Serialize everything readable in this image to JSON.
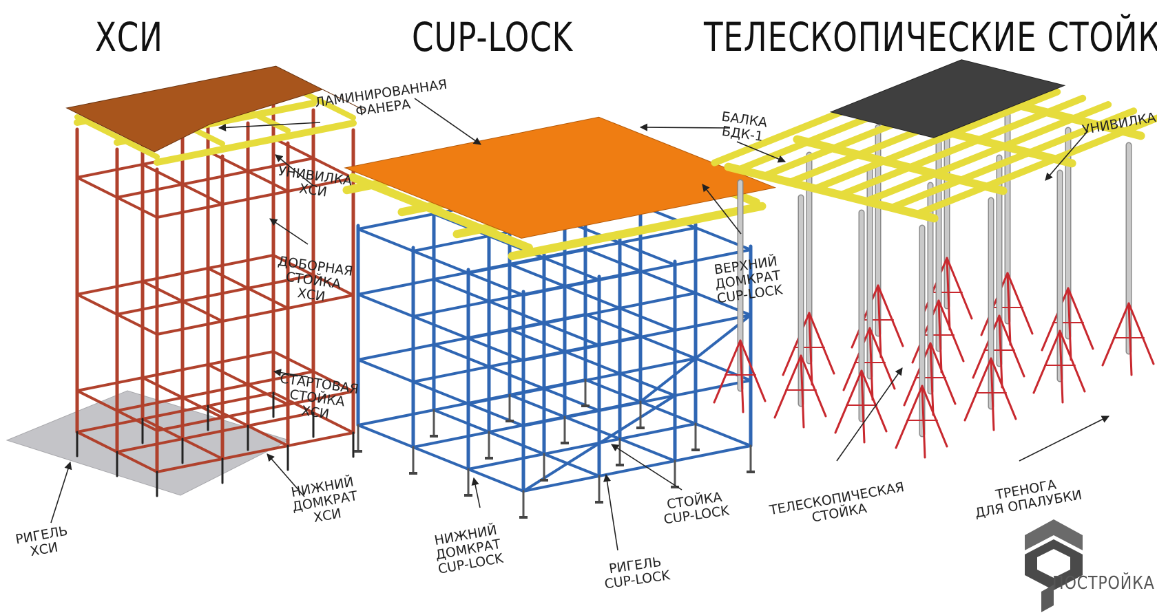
{
  "titles": {
    "left": "ХСИ",
    "center": "CUP-LOCK",
    "right": "ТЕЛЕСКОПИЧЕСКИЕ СТОЙКИ"
  },
  "labels": {
    "laminated_plywood": [
      "ЛАМИНИРОВАННАЯ",
      "ФАНЕРА"
    ],
    "univilka_hsi": [
      "УНИВИЛКА",
      "ХСИ"
    ],
    "additional_post_hsi": [
      "ДОБОРНАЯ",
      "СТОЙКА",
      "ХСИ"
    ],
    "starting_post_hsi": [
      "СТАРТОВАЯ",
      "СТОЙКА",
      "ХСИ"
    ],
    "lower_jack_hsi": [
      "НИЖНИЙ",
      "ДОМКРАТ",
      "ХСИ"
    ],
    "ledger_hsi": [
      "РИГЕЛЬ",
      "ХСИ"
    ],
    "beam_bdk": [
      "БАЛКА",
      "БДК-1"
    ],
    "upper_jack_cuplock": [
      "ВЕРХНИЙ",
      "ДОМКРАТ",
      "CUP-LOCK"
    ],
    "post_cuplock": [
      "СТОЙКА",
      "CUP-LOCK"
    ],
    "ledger_cuplock": [
      "РИГЕЛЬ",
      "CUP-LOCK"
    ],
    "lower_jack_cuplock": [
      "НИЖНИЙ",
      "ДОМКРАТ",
      "CUP-LOCK"
    ],
    "univilka": [
      "УНИВИЛКА"
    ],
    "telescopic_post": [
      "ТЕЛЕСКОПИЧЕСКАЯ",
      "СТОЙКА"
    ],
    "tripod": [
      "ТРЕНОГА",
      "ДЛЯ ОПАЛУБКИ"
    ]
  },
  "logo": {
    "text": "ПОСТРОЙКА"
  },
  "colors": {
    "hsi_frame": "#b0412c",
    "hsi_deck": "#a8551c",
    "cuplock_frame": "#2f66b3",
    "cuplock_deck": "#ef7d12",
    "beam_yellow": "#e6dc3c",
    "telescopic_post": "#c9c9c9",
    "tripod": "#c8282e",
    "top_sheet": "#3f3f3f",
    "base_plate": "#c4c4c8"
  }
}
